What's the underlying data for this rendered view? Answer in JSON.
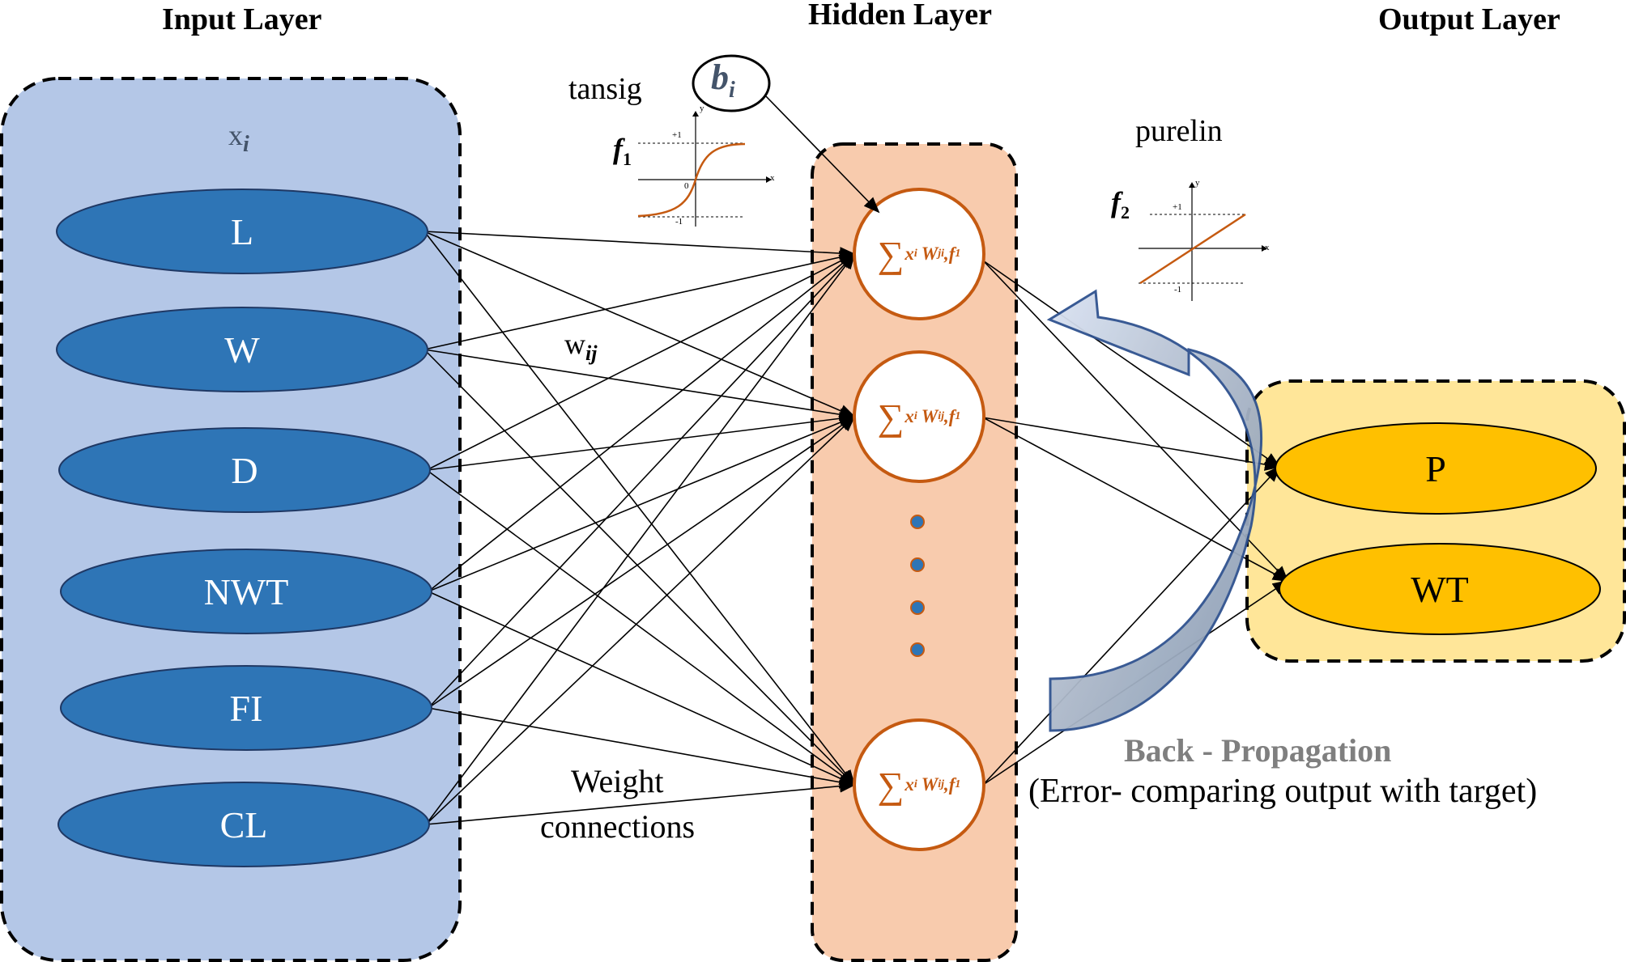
{
  "layers": {
    "input_title": "Input Layer",
    "hidden_title": "Hidden Layer",
    "output_title": "Output Layer"
  },
  "inputs": {
    "symbol_x": "x",
    "symbol_sub": "i",
    "nodes": [
      "L",
      "W",
      "D",
      "NWT",
      "FI",
      "CL"
    ]
  },
  "hidden": {
    "sum_symbol": "∑",
    "node_terms": [
      {
        "x": "x",
        "x_sub": "i",
        "w": "W",
        "w_sub": "ji",
        "f": "f",
        "f_sub": "1"
      },
      {
        "x": "x",
        "x_sub": "i",
        "w": "W",
        "w_sub": "ij",
        "f": "f",
        "f_sub": "1"
      },
      {
        "x": "x",
        "x_sub": "i",
        "w": "W",
        "w_sub": "ij",
        "f": "f",
        "f_sub": "1"
      }
    ]
  },
  "outputs": {
    "nodes": [
      "P",
      "WT"
    ]
  },
  "bias": {
    "letter": "b",
    "sub": "i"
  },
  "activations": {
    "tansig": {
      "label": "tansig",
      "fn": "f",
      "fn_sub": "1",
      "top": "+1",
      "bottom": "-1",
      "zero": "0",
      "x_axis": "x",
      "y_axis": "y"
    },
    "purelin": {
      "label": "purelin",
      "fn": "f",
      "fn_sub": "2",
      "top": "+1",
      "bottom": "-1",
      "x_axis": "x",
      "y_axis": "y"
    }
  },
  "weights": {
    "w_label": "w",
    "w_sub": "ij",
    "caption_line1": "Weight",
    "caption_line2": "connections"
  },
  "backprop": {
    "title": "Back - Propagation",
    "subtitle": "(Error- comparing output with target)"
  },
  "colors": {
    "input_panel": "#b4c7e7",
    "input_node": "#2e75b6",
    "hidden_panel": "#f8cbad",
    "hidden_node_stroke": "#c55a11",
    "output_panel": "#ffe699",
    "output_node": "#ffc000",
    "backprop_arrow": "#8497b0",
    "backprop_text": "#7f7f7f",
    "bias_text": "#44546a"
  }
}
